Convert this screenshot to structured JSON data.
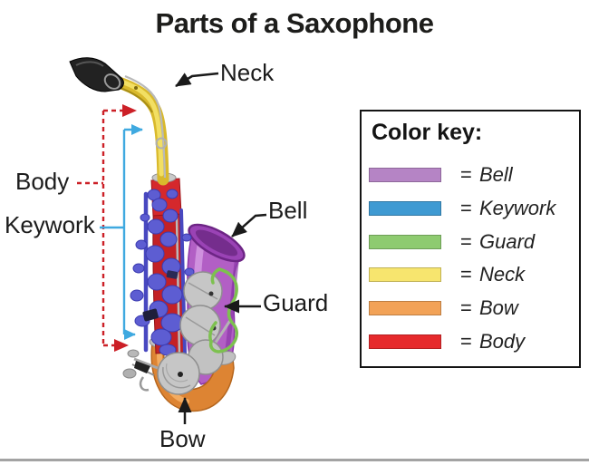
{
  "title": "Parts of a Saxophone",
  "diagram": {
    "labels": {
      "neck": "Neck",
      "body": "Body",
      "keywork": "Keywork",
      "bell": "Bell",
      "guard": "Guard",
      "bow": "Bow"
    }
  },
  "color_key": {
    "heading": "Color key:",
    "equals": "=",
    "entries": [
      {
        "label": "Bell",
        "color": "#b584c5"
      },
      {
        "label": "Keywork",
        "color": "#3f9ad2"
      },
      {
        "label": "Guard",
        "color": "#8ecb70"
      },
      {
        "label": "Neck",
        "color": "#f7e56e"
      },
      {
        "label": "Bow",
        "color": "#f2a257"
      },
      {
        "label": "Body",
        "color": "#e62a2c"
      }
    ]
  },
  "colors": {
    "annotation_black": "#1a1a1a",
    "body_bracket_red": "#cc2027",
    "keywork_bracket_blue": "#3fa9e0"
  }
}
